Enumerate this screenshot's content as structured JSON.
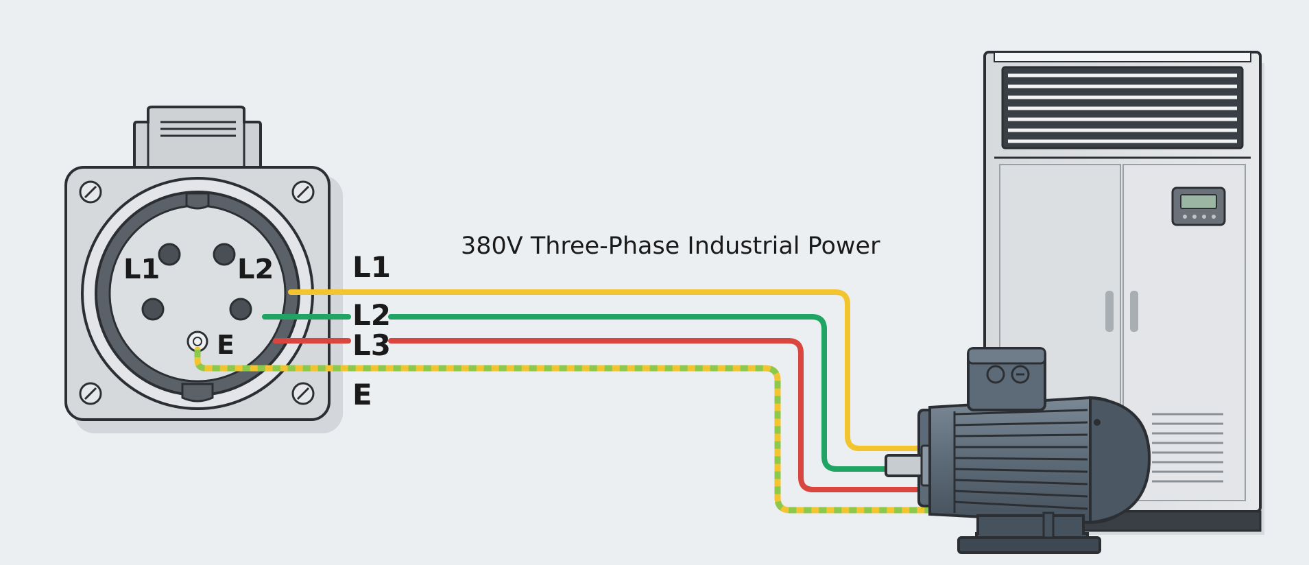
{
  "title": "380V Three-Phase Industrial Power",
  "socket": {
    "pin_labels": {
      "l1": "L1",
      "l2": "L2",
      "e": "E"
    }
  },
  "wires": [
    {
      "label": "L1",
      "color": "#f2c42f"
    },
    {
      "label": "L2",
      "color": "#1fa463"
    },
    {
      "label": "L3",
      "color": "#d9463f"
    },
    {
      "label": "E",
      "color": "#f2c42f",
      "stripe_color": "#8cc84b"
    }
  ],
  "colors": {
    "background": "#eceff2",
    "outline": "#2b2f33",
    "socket_body": "#d3d6d9",
    "motor_body": "#5d6b78",
    "cabinet_body": "#dfe2e5"
  }
}
